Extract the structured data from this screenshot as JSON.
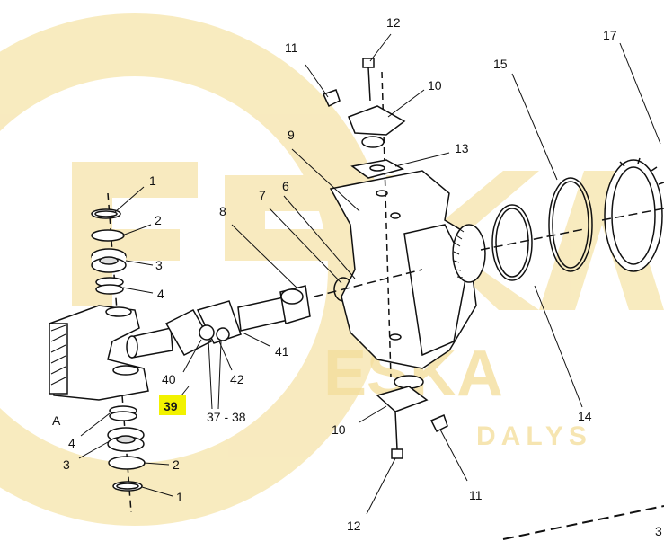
{
  "colors": {
    "watermark": "#f7e7b4",
    "watermark_text": "#f3d98c",
    "highlight": "#f2f200",
    "line": "#111111",
    "background": "#ffffff"
  },
  "watermark": {
    "brand": "ESKA",
    "sub": "DALYS"
  },
  "callouts": {
    "c1_top": "1",
    "c2_top": "2",
    "c3_top": "3",
    "c4_top": "4",
    "c4_bottom": "4",
    "c3_bottom": "3",
    "c2_bottom": "2",
    "c1_bottom": "1",
    "c6": "6",
    "c7": "7",
    "c8": "8",
    "c9": "9",
    "c10_top": "10",
    "c10_bottom": "10",
    "c11_top": "11",
    "c11_bottom": "11",
    "c12_top": "12",
    "c12_bottom": "12",
    "c13": "13",
    "c14": "14",
    "c15": "15",
    "c17": "17",
    "c39": "39",
    "c40": "40",
    "c41": "41",
    "c42": "42",
    "c37_38": "37 - 38",
    "view_a": "A",
    "page_fragment": "3"
  }
}
